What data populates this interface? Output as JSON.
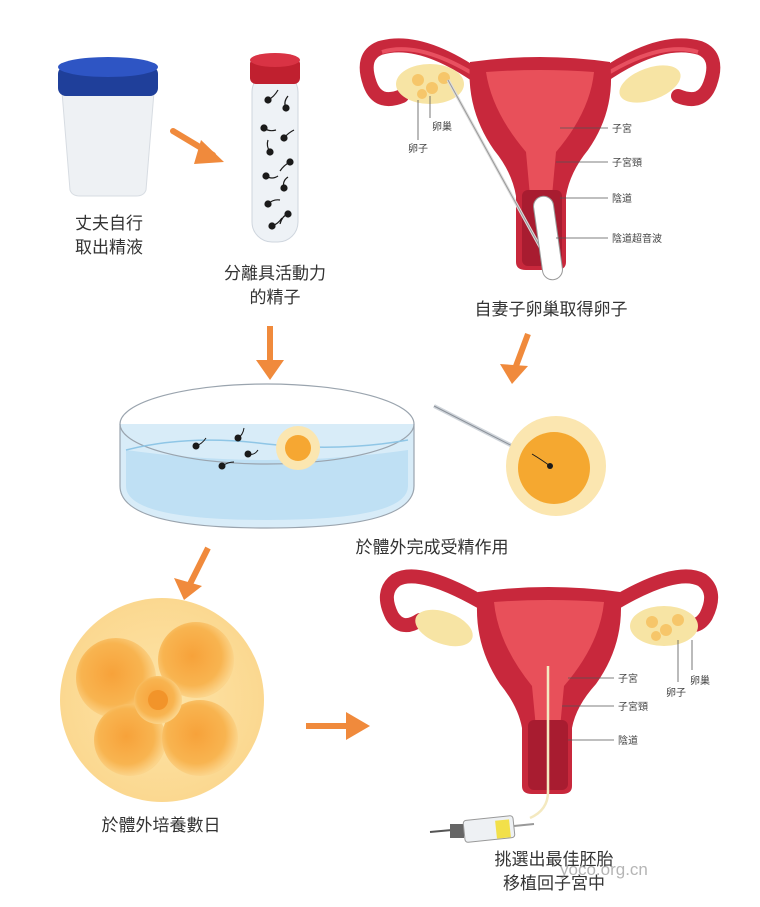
{
  "steps": {
    "husband": [
      "丈夫自行",
      "取出精液"
    ],
    "sperm": [
      "分離具活動力",
      "的精子"
    ],
    "egg_retrieval": "自妻子卵巢取得卵子",
    "fertilization": "於體外完成受精作用",
    "culture": "於體外培養數日",
    "transfer": [
      "挑選出最佳胚胎",
      "移植回子宮中"
    ]
  },
  "uterus_top": {
    "ovary": "卵巢",
    "egg": "卵子",
    "uterus": "子宮",
    "cervix": "子宮頸",
    "vagina": "陰道",
    "ultrasound": "陰道超音波"
  },
  "uterus_bottom": {
    "uterus": "子宮",
    "cervix": "子宮頸",
    "vagina": "陰道",
    "ovary": "卵巢",
    "egg": "卵子"
  },
  "watermark": "yoco.org.cn",
  "colors": {
    "arrow": "#f08a3c",
    "uterus": "#c8283c",
    "uterus_inner": "#e8505a",
    "egg": "#f5a830",
    "dish": "#bfe0f4"
  }
}
